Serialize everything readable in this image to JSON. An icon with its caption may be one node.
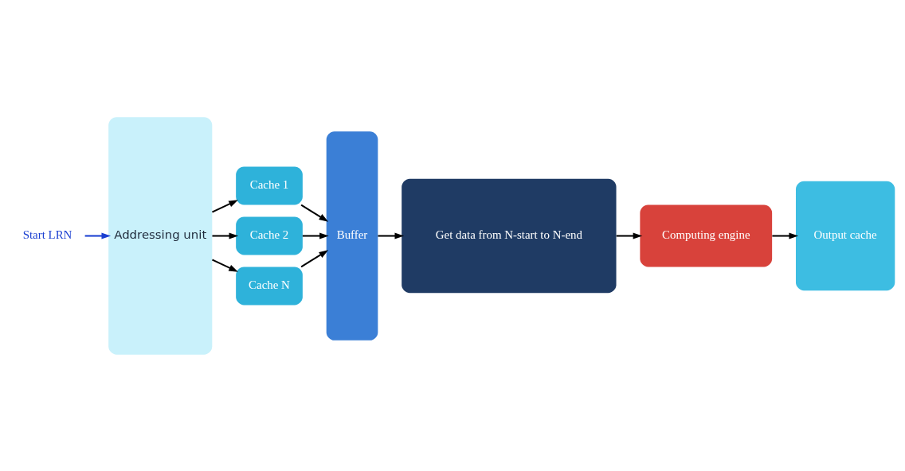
{
  "diagram": {
    "nodes": [
      {
        "text": [
          "Start LRN"
        ]
      },
      {
        "text": [
          "Addressing unit"
        ]
      },
      {
        "text": [
          "Cache 1"
        ]
      },
      {
        "text": [
          "Cache 2"
        ]
      },
      {
        "text": [
          "Cache N"
        ]
      },
      {
        "text": [
          "Buffer"
        ]
      },
      {
        "text": [
          "Get data from N-start to N-end"
        ]
      },
      {
        "text": [
          "Computing engine"
        ]
      },
      {
        "text": [
          "Output cache"
        ]
      }
    ],
    "edges": [
      {
        "from": 0,
        "to": 1,
        "arrow": "to",
        "color": "#1a3fd1"
      },
      {
        "from": 1,
        "to": 2,
        "arrow": "to"
      },
      {
        "from": 1,
        "to": 3,
        "arrow": "to"
      },
      {
        "from": 1,
        "to": 4,
        "arrow": "to"
      },
      {
        "from": 2,
        "to": 5,
        "arrow": "to"
      },
      {
        "from": 3,
        "to": 5,
        "arrow": "to"
      },
      {
        "from": 4,
        "to": 5,
        "arrow": "to"
      },
      {
        "from": 5,
        "to": 6,
        "arrow": "to"
      },
      {
        "from": 6,
        "to": 7,
        "arrow": "to"
      },
      {
        "from": 7,
        "to": 8,
        "arrow": "to"
      }
    ]
  }
}
